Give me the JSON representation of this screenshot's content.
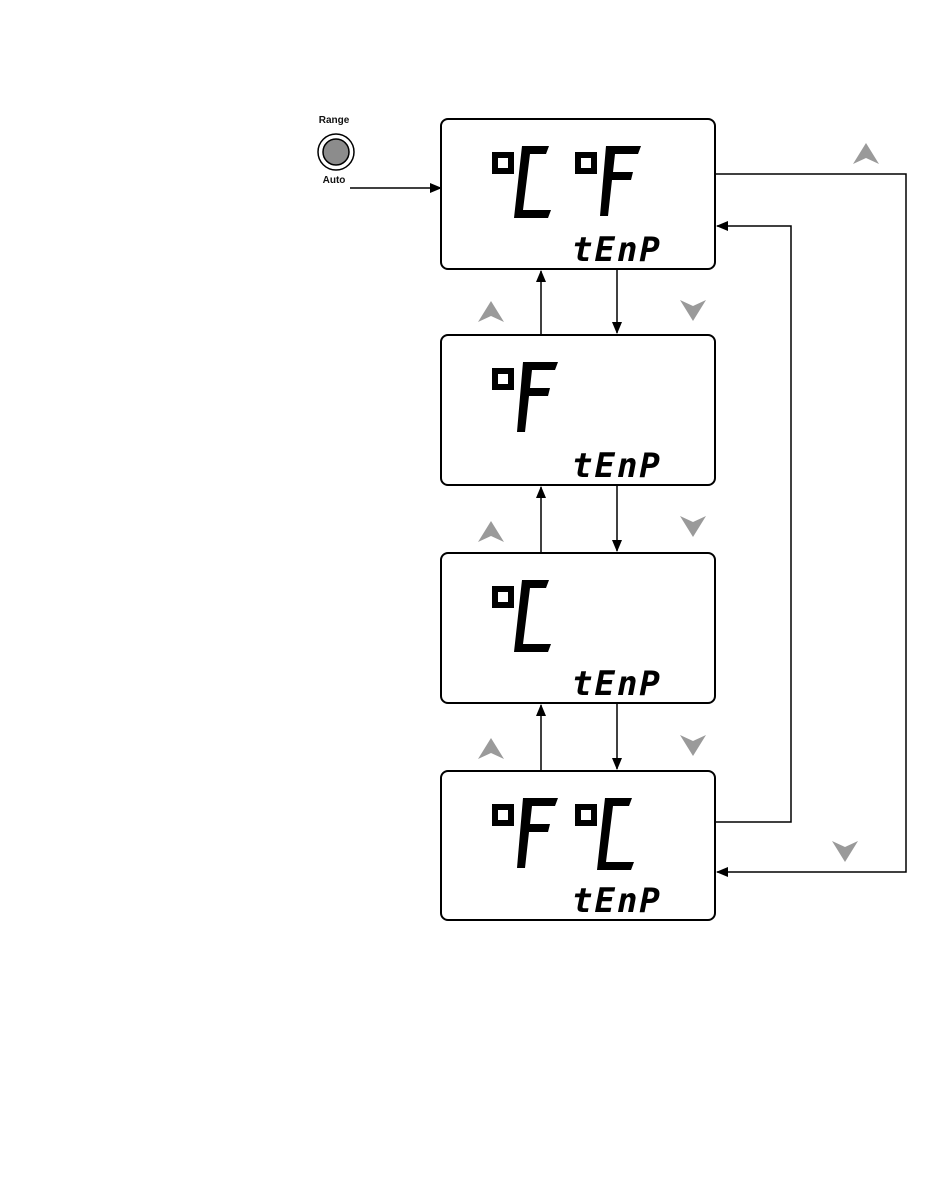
{
  "button": {
    "top_label": "Range",
    "bottom_label": "Auto",
    "name": "range-auto-button"
  },
  "displays": [
    {
      "id": "c-f",
      "segments": [
        "°C",
        "°F"
      ],
      "mode": "tEnP"
    },
    {
      "id": "f",
      "segments": [
        "°F"
      ],
      "mode": "tEnP"
    },
    {
      "id": "c",
      "segments": [
        "°C"
      ],
      "mode": "tEnP"
    },
    {
      "id": "f-c",
      "segments": [
        "°F",
        "°C"
      ],
      "mode": "tEnP"
    }
  ],
  "icons": {
    "up": "up-key-icon",
    "down": "down-key-icon"
  },
  "colors": {
    "lcd_border": "#000000",
    "key_icon": "#9a9a9a",
    "button_fill": "#8c8c8c"
  }
}
